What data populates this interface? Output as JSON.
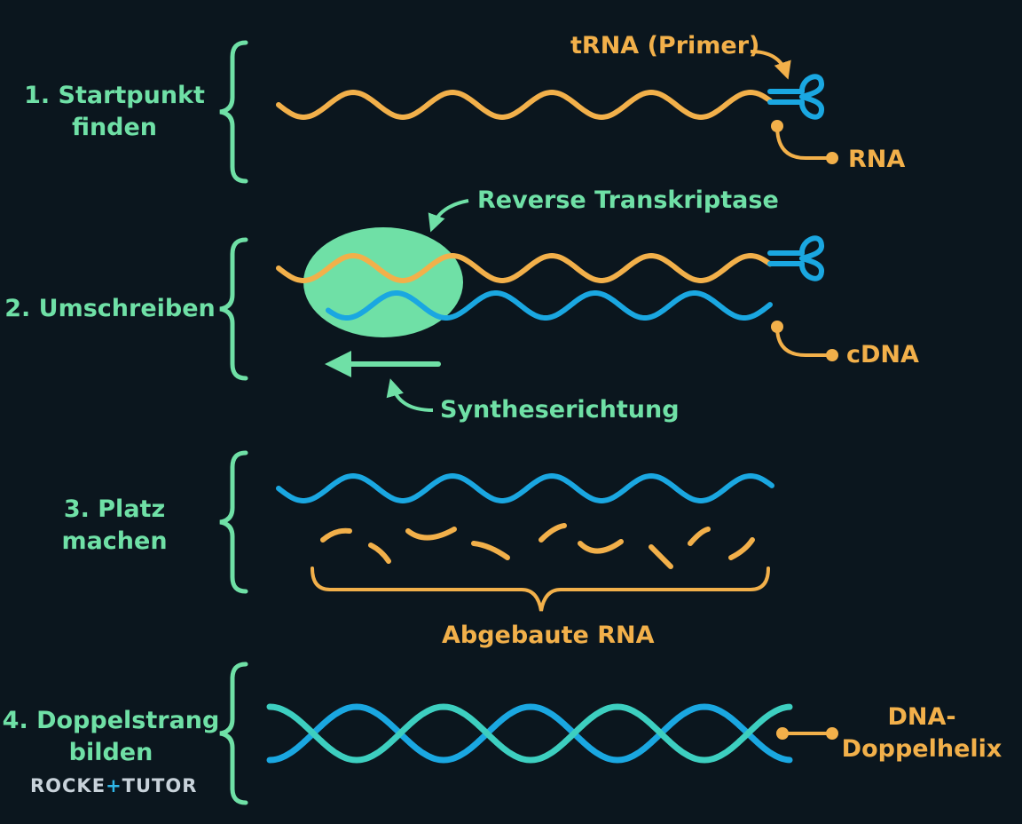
{
  "colors": {
    "background": "#0b161e",
    "green": "#6fe0a6",
    "orange": "#f2b04a",
    "blue": "#1aa7e1",
    "teal": "#3dcfc0",
    "enzyme": "#6fe0a6"
  },
  "steps": [
    {
      "line1": "1. Startpunkt",
      "line2": "finden"
    },
    {
      "line1": "2. Umschreiben"
    },
    {
      "line1": "3. Platz",
      "line2": "machen"
    },
    {
      "line1": "4. Doppelstrang",
      "line2": "bilden"
    }
  ],
  "labels": {
    "trna_primer": "tRNA (Primer)",
    "rna": "RNA",
    "reverse_transkriptase": "Reverse Transkriptase",
    "cdna": "cDNA",
    "syntheserichtung": "Syntheserichtung",
    "abgebaute_rna": "Abgebaute RNA",
    "dna_line1": "DNA-",
    "dna_line2": "Doppelhelix"
  },
  "brand": {
    "part1": "ROCKE",
    "part2": "+",
    "part3": "TUTOR"
  }
}
